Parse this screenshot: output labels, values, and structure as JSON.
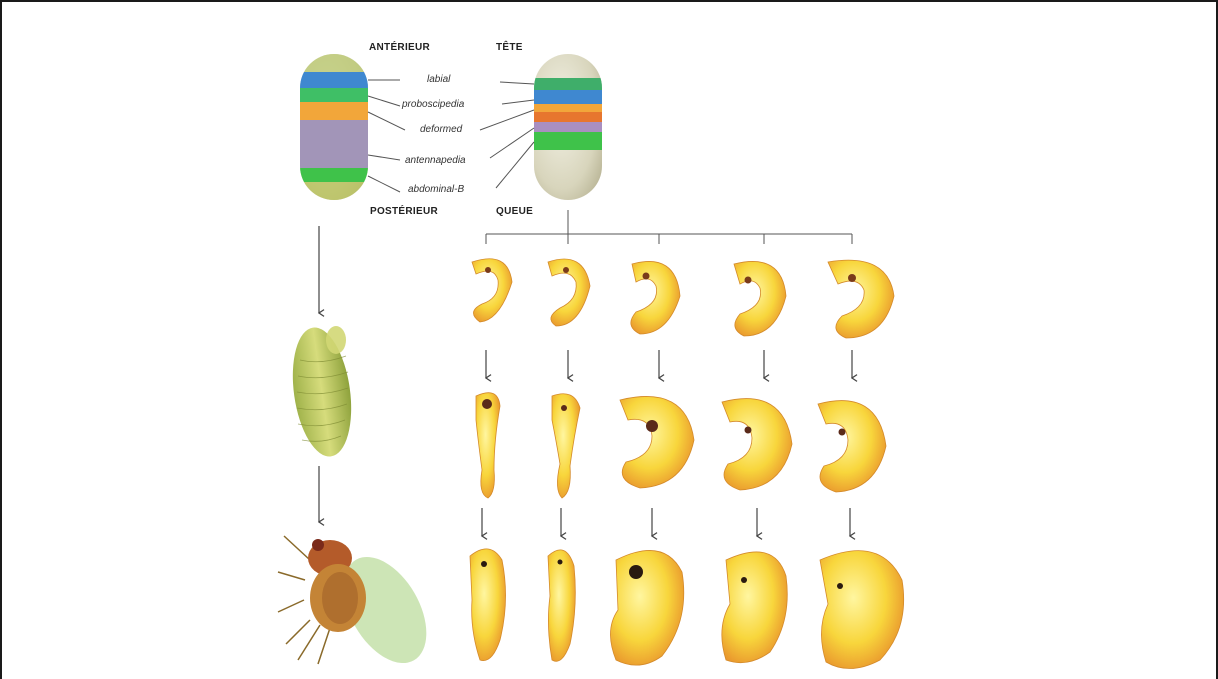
{
  "labels": {
    "anterior": "ANTÉRIEUR",
    "head": "TÊTE",
    "posterior": "POSTÉRIEUR",
    "tail": "QUEUE"
  },
  "genes": [
    "labial",
    "proboscipedia",
    "deformed",
    "antennapedia",
    "abdominal-B"
  ],
  "colors": {
    "labial": "#3f88d0",
    "proboscipedia": "#f2a63a",
    "deformed": "#e7762e",
    "antennapedia": "#a98fc0",
    "abdominal_b": "#3fc24a",
    "embryo": "#f6cf3a",
    "embryo_shade": "#e58a2a",
    "fly": "#c48436",
    "pupa": "#b7c55a",
    "line": "#444444"
  },
  "icons": [
    "drosophila-embryo",
    "mouse-embryo",
    "fly-pupa",
    "adult-fly",
    "mouse-fetus"
  ]
}
